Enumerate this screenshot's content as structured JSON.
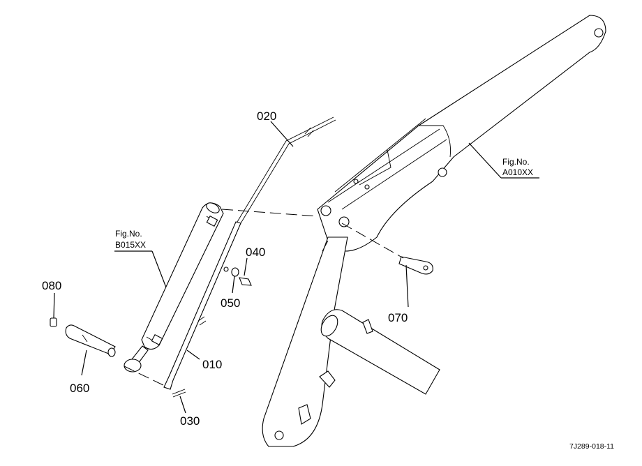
{
  "part_labels": {
    "p010": "010",
    "p020": "020",
    "p030": "030",
    "p040": "040",
    "p050": "050",
    "p060": "060",
    "p070": "070",
    "p080": "080"
  },
  "figure_refs": {
    "ref_a": {
      "line1": "Fig.No.",
      "line2": "A010XX"
    },
    "ref_b": {
      "line1": "Fig.No.",
      "line2": "B015XX"
    }
  },
  "drawing_code": "7J289-018-11"
}
